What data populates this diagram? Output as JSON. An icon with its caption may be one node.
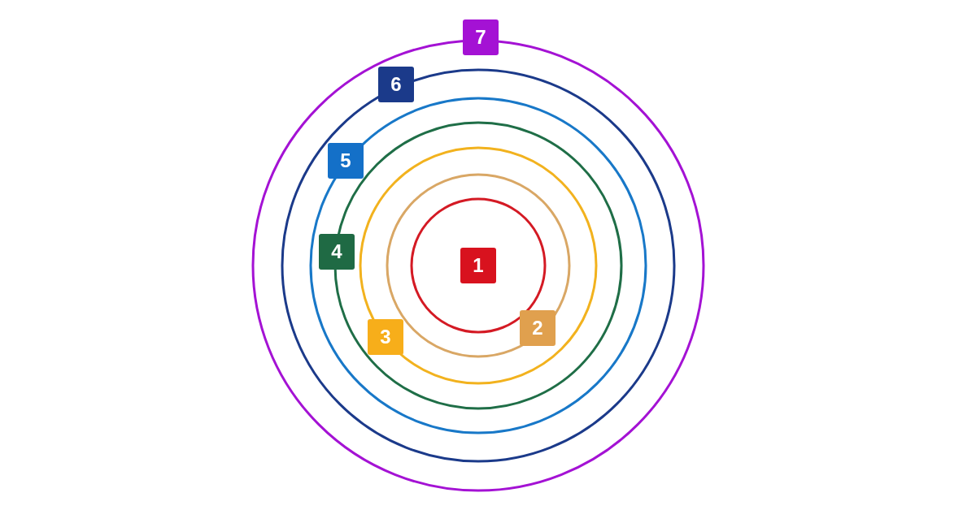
{
  "diagram": {
    "nodes": [
      {
        "text": [
          "1"
        ]
      },
      {
        "text": [
          "2"
        ]
      },
      {
        "text": [
          "3"
        ]
      },
      {
        "text": [
          "4"
        ]
      },
      {
        "text": [
          "5"
        ]
      },
      {
        "text": [
          "6"
        ]
      },
      {
        "text": [
          "7"
        ]
      }
    ]
  }
}
